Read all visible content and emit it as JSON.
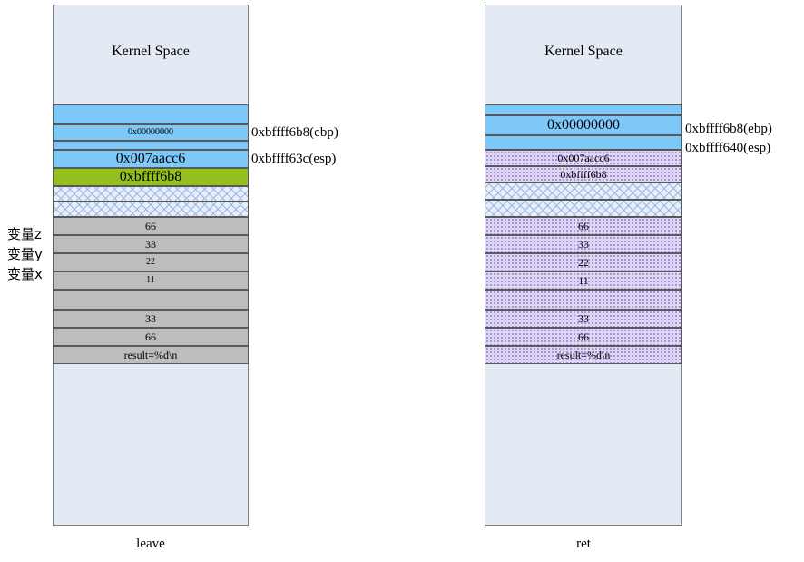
{
  "figure": {
    "title_left": "leave",
    "title_right": "ret",
    "kernel_label": "Kernel Space"
  },
  "colors": {
    "kernel_fill": "#e4eaf4",
    "blue_fill": "#7ec8f7",
    "green_fill": "#93c01f",
    "gray_fill": "#bdbdbd",
    "hatch_fill": "#e8eef9",
    "dots_fill": "#ded6f2",
    "border": "#595959",
    "outer_border": "#808080"
  },
  "left_diagram": {
    "caption": "leave",
    "kernel_space": "Kernel Space",
    "pointer_labels": [
      {
        "text": "0xbffff6b8(ebp)"
      },
      {
        "text": "0xbffff63c(esp)"
      }
    ],
    "variable_labels": [
      {
        "text": "变量z"
      },
      {
        "text": "变量y"
      },
      {
        "text": "变量x"
      }
    ],
    "cells": [
      {
        "text": "",
        "fill": "blue"
      },
      {
        "text": "0x00000000",
        "fill": "blue"
      },
      {
        "text": "",
        "fill": "blue"
      },
      {
        "text": "0x007aacc6",
        "fill": "blue"
      },
      {
        "text": "0xbffff6b8",
        "fill": "green"
      },
      {
        "text": "",
        "fill": "hatch"
      },
      {
        "text": "",
        "fill": "hatch"
      },
      {
        "text": "66",
        "fill": "gray"
      },
      {
        "text": "33",
        "fill": "gray"
      },
      {
        "text": "22",
        "fill": "gray"
      },
      {
        "text": "11",
        "fill": "gray"
      },
      {
        "text": "",
        "fill": "gray"
      },
      {
        "text": "33",
        "fill": "gray"
      },
      {
        "text": "66",
        "fill": "gray"
      },
      {
        "text": "result=%d\\n",
        "fill": "gray"
      }
    ]
  },
  "right_diagram": {
    "caption": "ret",
    "kernel_space": "Kernel Space",
    "pointer_labels": [
      {
        "text": "0xbffff6b8(ebp)"
      },
      {
        "text": "0xbffff640(esp)"
      }
    ],
    "cells": [
      {
        "text": "",
        "fill": "blue"
      },
      {
        "text": "0x00000000",
        "fill": "blue"
      },
      {
        "text": "",
        "fill": "blue"
      },
      {
        "text": "0x007aacc6",
        "fill": "dots"
      },
      {
        "text": "0xbffff6b8",
        "fill": "dots"
      },
      {
        "text": "",
        "fill": "hatch"
      },
      {
        "text": "",
        "fill": "hatch"
      },
      {
        "text": "66",
        "fill": "dots"
      },
      {
        "text": "33",
        "fill": "dots"
      },
      {
        "text": "22",
        "fill": "dots"
      },
      {
        "text": "11",
        "fill": "dots"
      },
      {
        "text": "",
        "fill": "dots"
      },
      {
        "text": "33",
        "fill": "dots"
      },
      {
        "text": "66",
        "fill": "dots"
      },
      {
        "text": "result=%d\\n",
        "fill": "dots"
      }
    ]
  }
}
